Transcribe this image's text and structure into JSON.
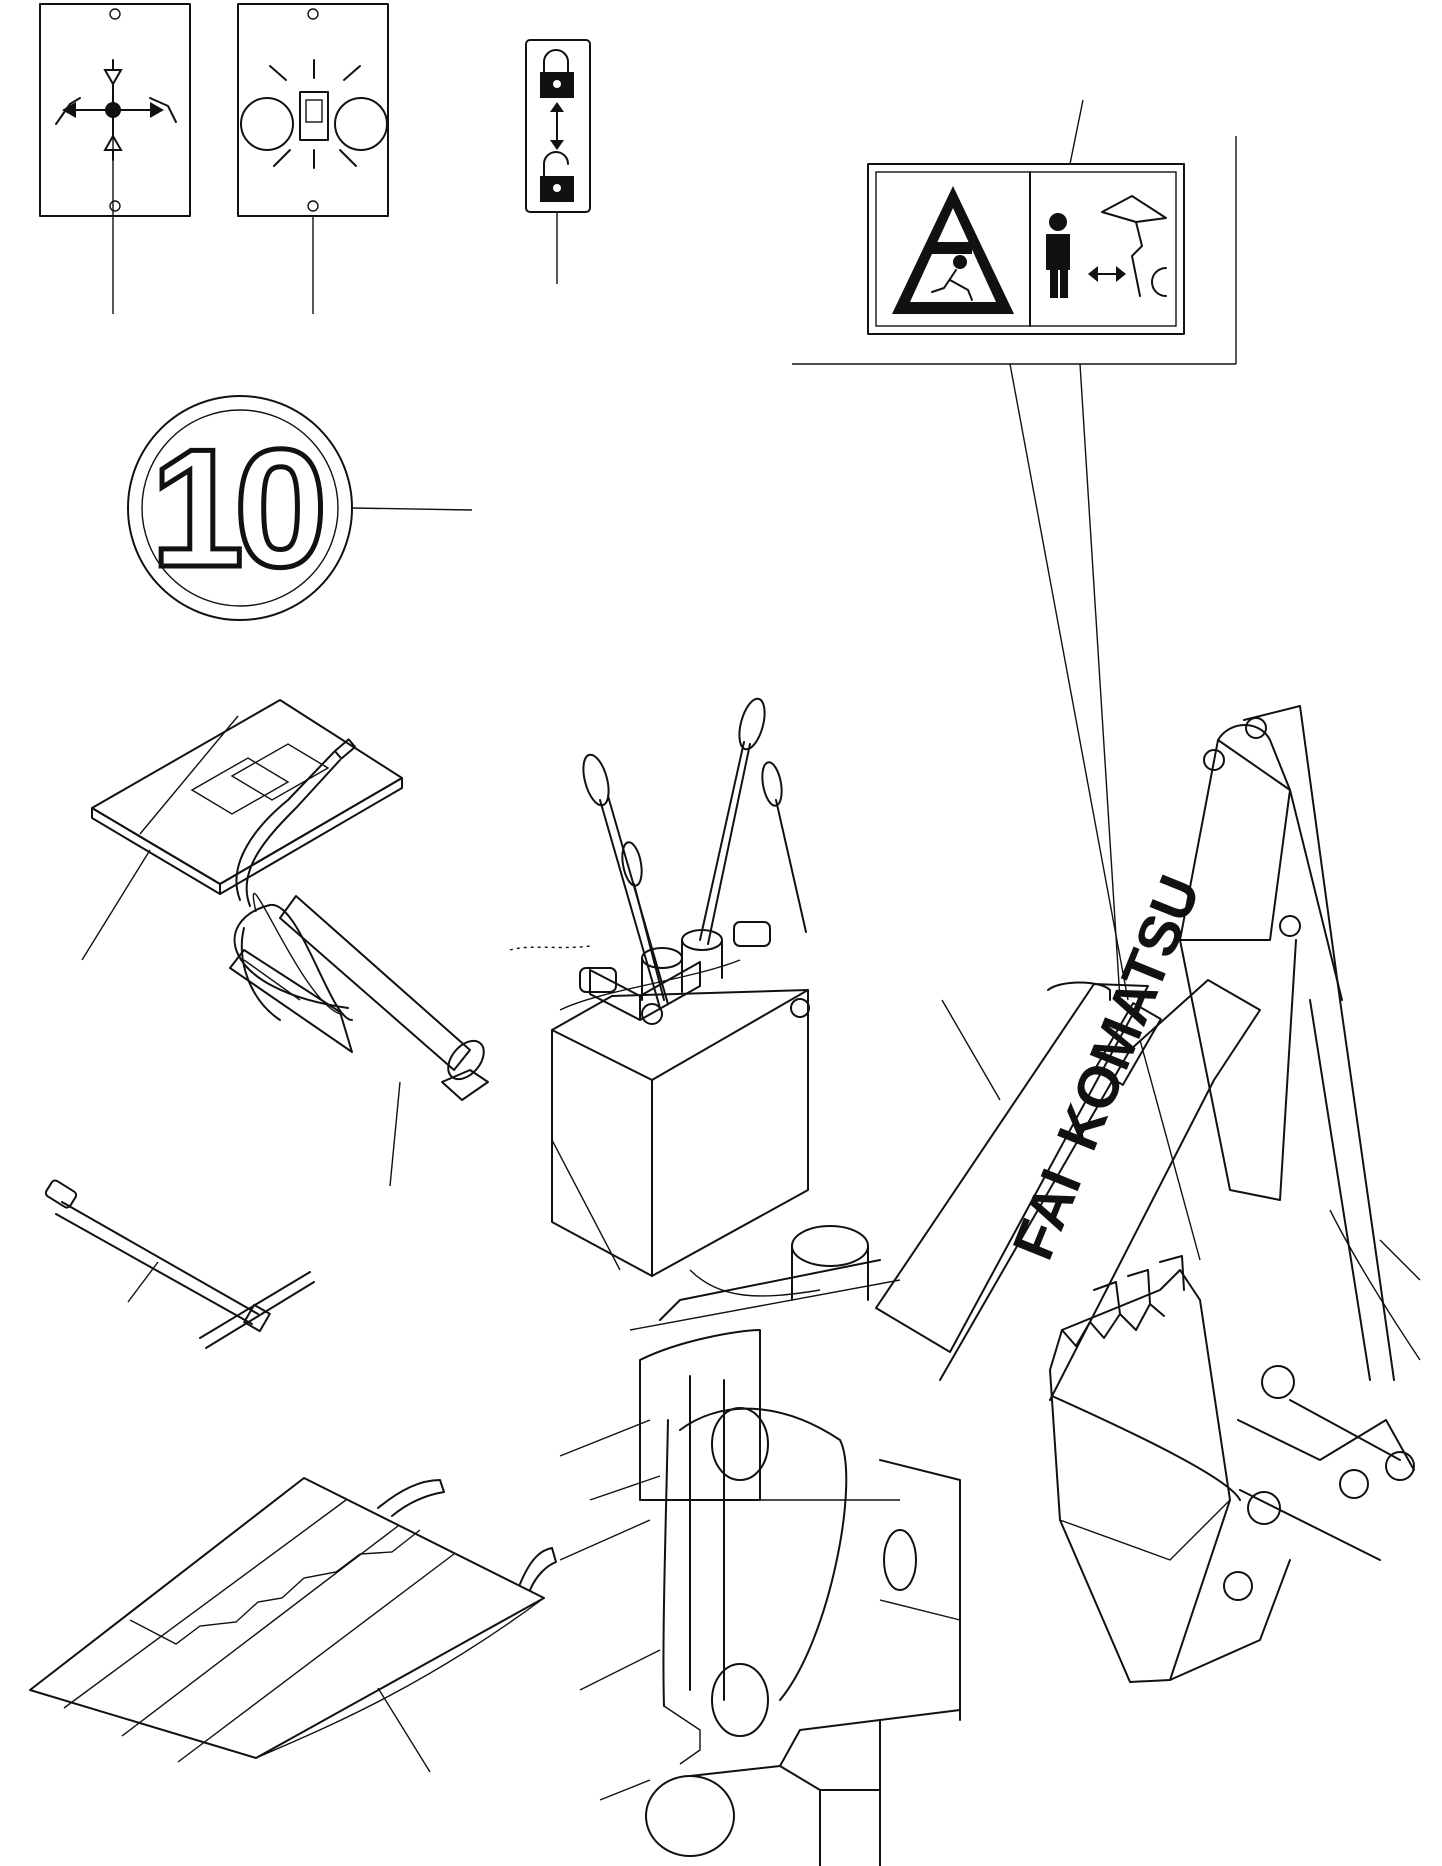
{
  "diagram": {
    "speed_limit_sign": {
      "number": "10"
    },
    "boom_decal": {
      "brand_primary": "FAI",
      "brand_secondary": "KOMATSU"
    },
    "icons": [
      "control-pattern-decal-icon",
      "stabilizer-control-decal-icon",
      "lock-unlock-decal-icon",
      "crush-hazard-warning-icon",
      "keep-distance-icon",
      "speed-limit-sign-icon",
      "manual-book-icon",
      "grease-gun-icon",
      "t-wrench-icon",
      "tool-bag-icon",
      "backhoe-assembly-icon"
    ],
    "colors": {
      "line": "#111111",
      "background": "#ffffff"
    }
  }
}
